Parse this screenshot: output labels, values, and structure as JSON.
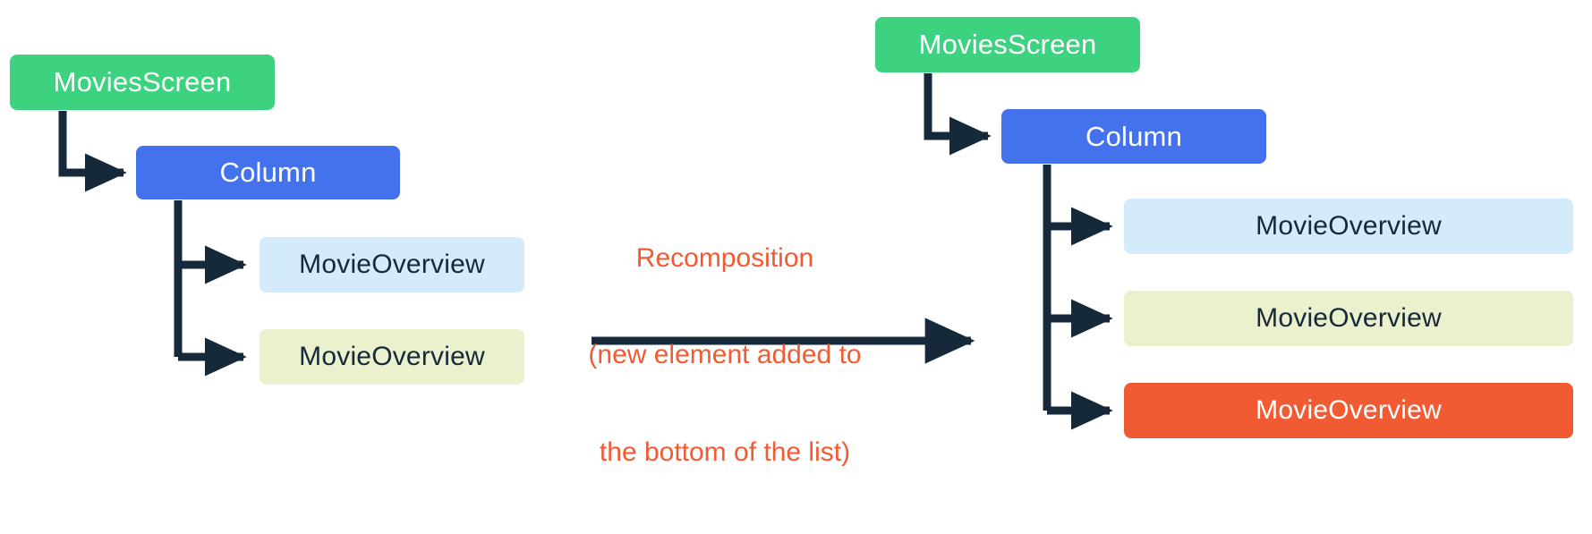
{
  "colors": {
    "background": "#ffffff",
    "screen_green": "#3dd27f",
    "column_blue": "#4372ec",
    "overview_blue": "#d4ebfb",
    "overview_yellow": "#ebf0cd",
    "overview_orange": "#f15b33",
    "arrow_dark": "#16293a",
    "annotation_orange": "#f15b33",
    "text_dark": "#16293a",
    "text_light": "#ffffff"
  },
  "left_tree": {
    "title": "before-recomposition-tree",
    "nodes": [
      {
        "id": "movies-screen",
        "label": "MoviesScreen",
        "kind": "screen"
      },
      {
        "id": "column",
        "label": "Column",
        "kind": "column"
      },
      {
        "id": "movie-overview-1",
        "label": "MovieOverview",
        "kind": "overview-blue"
      },
      {
        "id": "movie-overview-2",
        "label": "MovieOverview",
        "kind": "overview-yellow"
      }
    ]
  },
  "annotation": {
    "line1": "Recomposition",
    "line2": "(new element added to",
    "line3": "the bottom of the list)",
    "arrow": "right-arrow"
  },
  "right_tree": {
    "title": "after-recomposition-tree",
    "nodes": [
      {
        "id": "movies-screen",
        "label": "MoviesScreen",
        "kind": "screen"
      },
      {
        "id": "column",
        "label": "Column",
        "kind": "column"
      },
      {
        "id": "movie-overview-1",
        "label": "MovieOverview",
        "kind": "overview-blue"
      },
      {
        "id": "movie-overview-2",
        "label": "MovieOverview",
        "kind": "overview-yellow"
      },
      {
        "id": "movie-overview-3",
        "label": "MovieOverview",
        "kind": "overview-orange"
      }
    ]
  }
}
